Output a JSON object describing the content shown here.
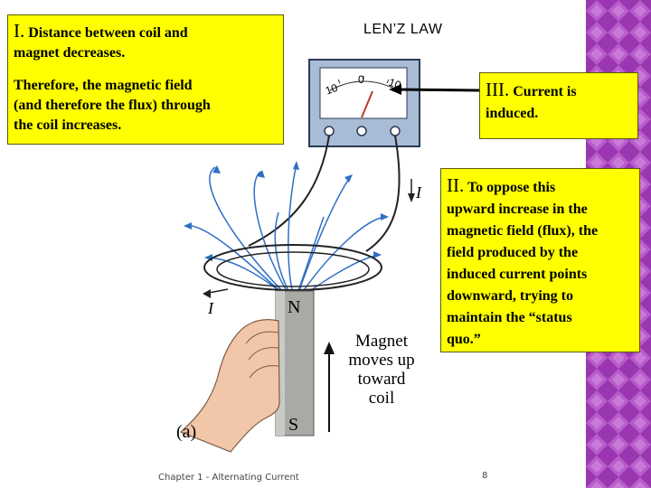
{
  "slide": {
    "title": "LEN’Z LAW",
    "footer_left": "Chapter 1 - Alternating Current",
    "page_number": "8"
  },
  "box1": {
    "numeral": "I.",
    "line1": "Distance between coil and",
    "line2": "magnet decreases.",
    "para": [
      "Therefore, the magnetic field",
      "(and therefore the flux) through",
      "the coil increases."
    ]
  },
  "box3": {
    "numeral": "III.",
    "line1": "Current is",
    "line2": "induced."
  },
  "box2": {
    "numeral": "II.",
    "line1": "To oppose this",
    "lines": [
      "upward increase in the",
      "magnetic field (flux), the",
      "field produced by the",
      "induced current points",
      "downward, trying to",
      "maintain the “status",
      "quo.”"
    ]
  },
  "diagram": {
    "meter_labels": [
      "10",
      "0",
      "10"
    ],
    "current_label": "I",
    "pole_n": "N",
    "pole_s": "S",
    "magnet_caption": [
      "Magnet",
      "moves up",
      "toward",
      "coil"
    ],
    "panel_label": "(a)"
  },
  "colors": {
    "highlight": "#ffff00",
    "field_line": "#2e6fc4",
    "magnet": "#a9aaa5",
    "purple": "#9a36b0"
  }
}
